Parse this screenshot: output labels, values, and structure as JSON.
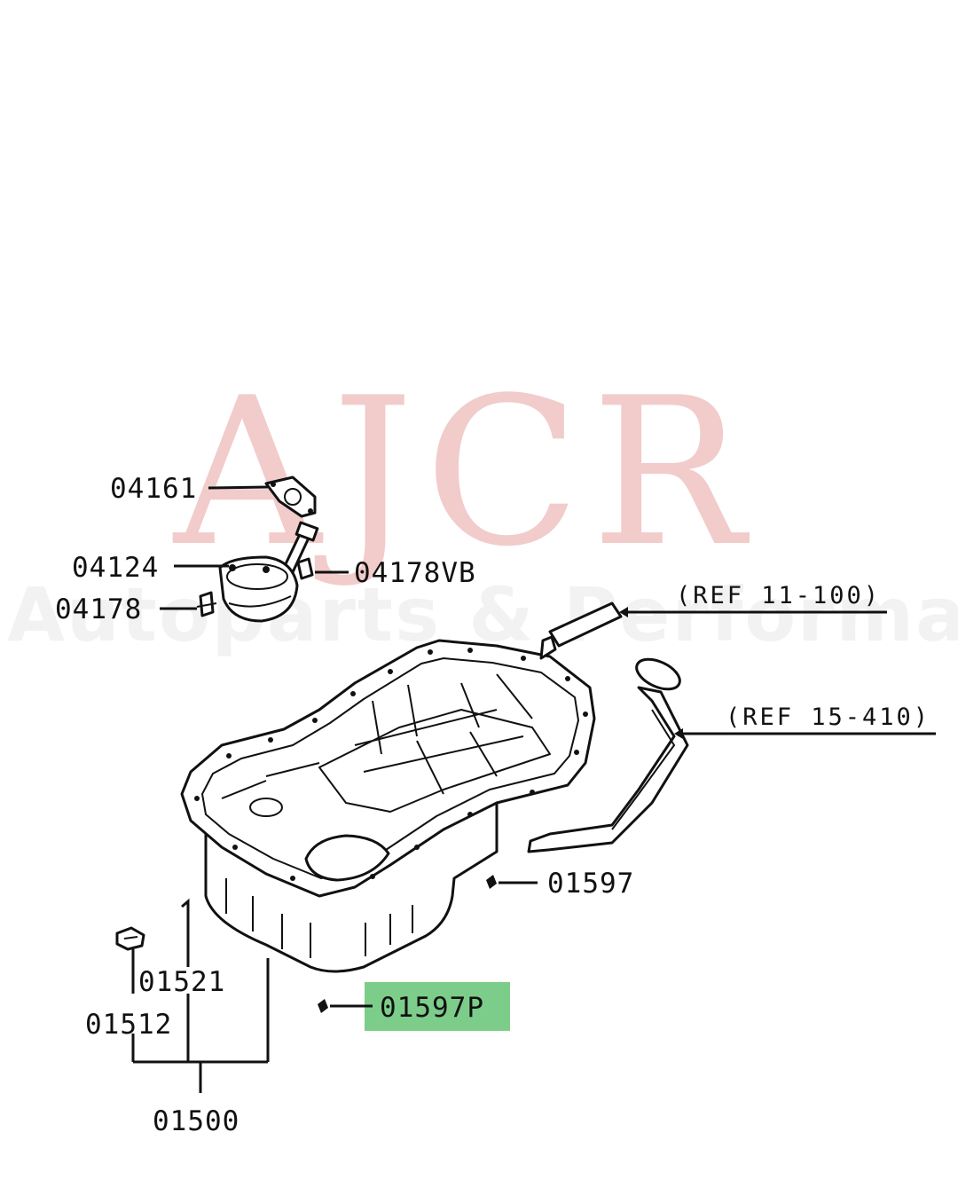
{
  "watermark": {
    "brand": "AJCR",
    "tagline": "Autoparts & Performance",
    "brand_color": "#e8a0a0",
    "tagline_color": "#f2f2f2"
  },
  "highlight_color": "#7ccd8a",
  "callouts": {
    "p04161": "04161",
    "p04124": "04124",
    "p04178vb": "04178VB",
    "p04178": "04178",
    "ref_11_100": "(REF 11-100)",
    "ref_15_410": "(REF 15-410)",
    "p01597": "01597",
    "p01521": "01521",
    "p01597p": "01597P",
    "p01512": "01512",
    "p01500": "01500"
  }
}
